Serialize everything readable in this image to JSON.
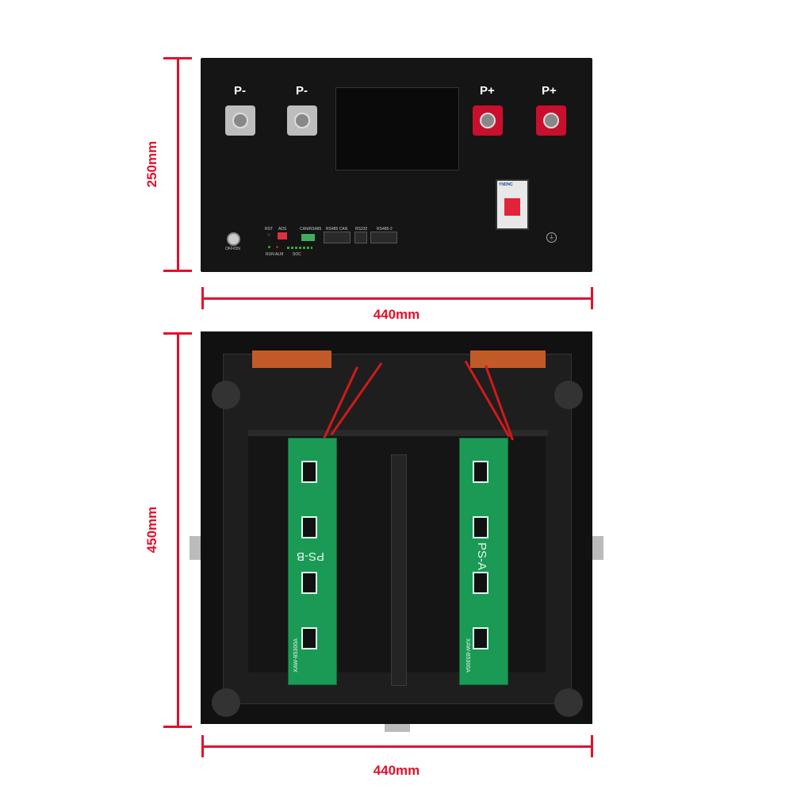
{
  "dimensions": {
    "top_height": "250mm",
    "top_width": "440mm",
    "bottom_height": "450mm",
    "bottom_width": "440mm"
  },
  "front_panel": {
    "terminals": [
      {
        "label": "P-",
        "polarity": "negative"
      },
      {
        "label": "P-",
        "polarity": "negative"
      },
      {
        "label": "P+",
        "polarity": "positive"
      },
      {
        "label": "P+",
        "polarity": "positive"
      }
    ],
    "power_button_label": "OFF/ON",
    "reset_label": "RST",
    "address_label": "ADS",
    "can_rs485_label": "CAN/RS485",
    "rs485_can_label": "RS485 CAN",
    "rs232_label": "RS232",
    "rs485_2_label": "RS485-2",
    "run_label": "RUN",
    "alarm_label": "ALM",
    "soc_label": "SOC",
    "breaker_brand": "YNDNC",
    "icon_ground": "ground-icon"
  },
  "interior": {
    "board_left": "PS-B",
    "board_right": "PS-A",
    "board_model": "XAW-B5300A"
  },
  "colors": {
    "dimension": "#e4102b",
    "panel": "#151515",
    "positive_terminal": "#c8102e",
    "pcb": "#1a9a55"
  }
}
